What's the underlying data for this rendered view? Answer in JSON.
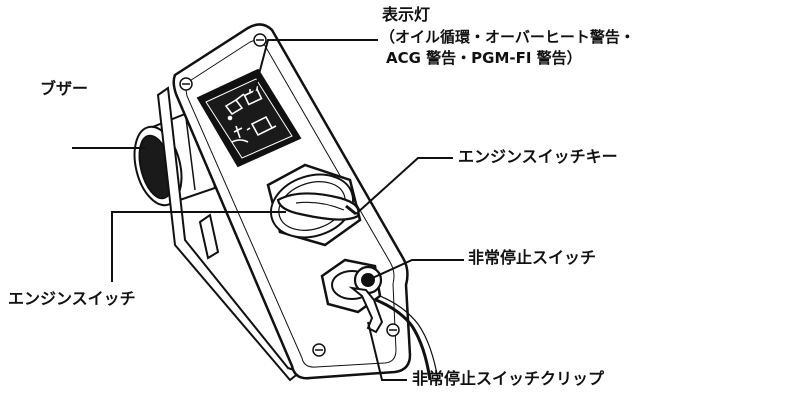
{
  "labels": {
    "indicator": "表示灯",
    "indicator_detail_1": "（オイル循環・オーバーヒート警告・",
    "indicator_detail_2": "ACG 警告・PGM-FI 警告）",
    "buzzer": "ブザー",
    "engine_switch_key": "エンジンスイッチキー",
    "emergency_stop_switch": "非常停止スイッチ",
    "engine_switch": "エンジンスイッチ",
    "emergency_stop_clip": "非常停止スイッチクリップ"
  },
  "icons": [
    "oil-can-icon",
    "battery-icon",
    "temperature-icon",
    "engine-icon"
  ],
  "colors": {
    "ink": "#111111",
    "panel": "#ffffff",
    "display": "#1a1a1a"
  }
}
